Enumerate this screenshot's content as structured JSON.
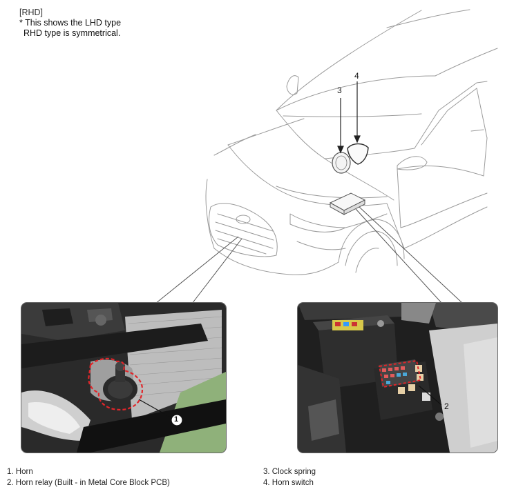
{
  "header": {
    "variant": "[RHD]",
    "note_line1": "* This shows the LHD type",
    "note_line2": "RHD type is symmetrical."
  },
  "callouts": {
    "clock_spring_num": "3",
    "horn_switch_num": "4",
    "horn_num": "1",
    "horn_relay_num": "2"
  },
  "legend": {
    "left": [
      "1. Horn",
      "2. Horn relay (Built - in Metal Core Block PCB)"
    ],
    "right": [
      "3. Clock spring",
      "4. Horn switch"
    ]
  },
  "colors": {
    "highlight": "#e0262a",
    "background_green": "#8fb17a",
    "outline": "#8a8a8a"
  }
}
